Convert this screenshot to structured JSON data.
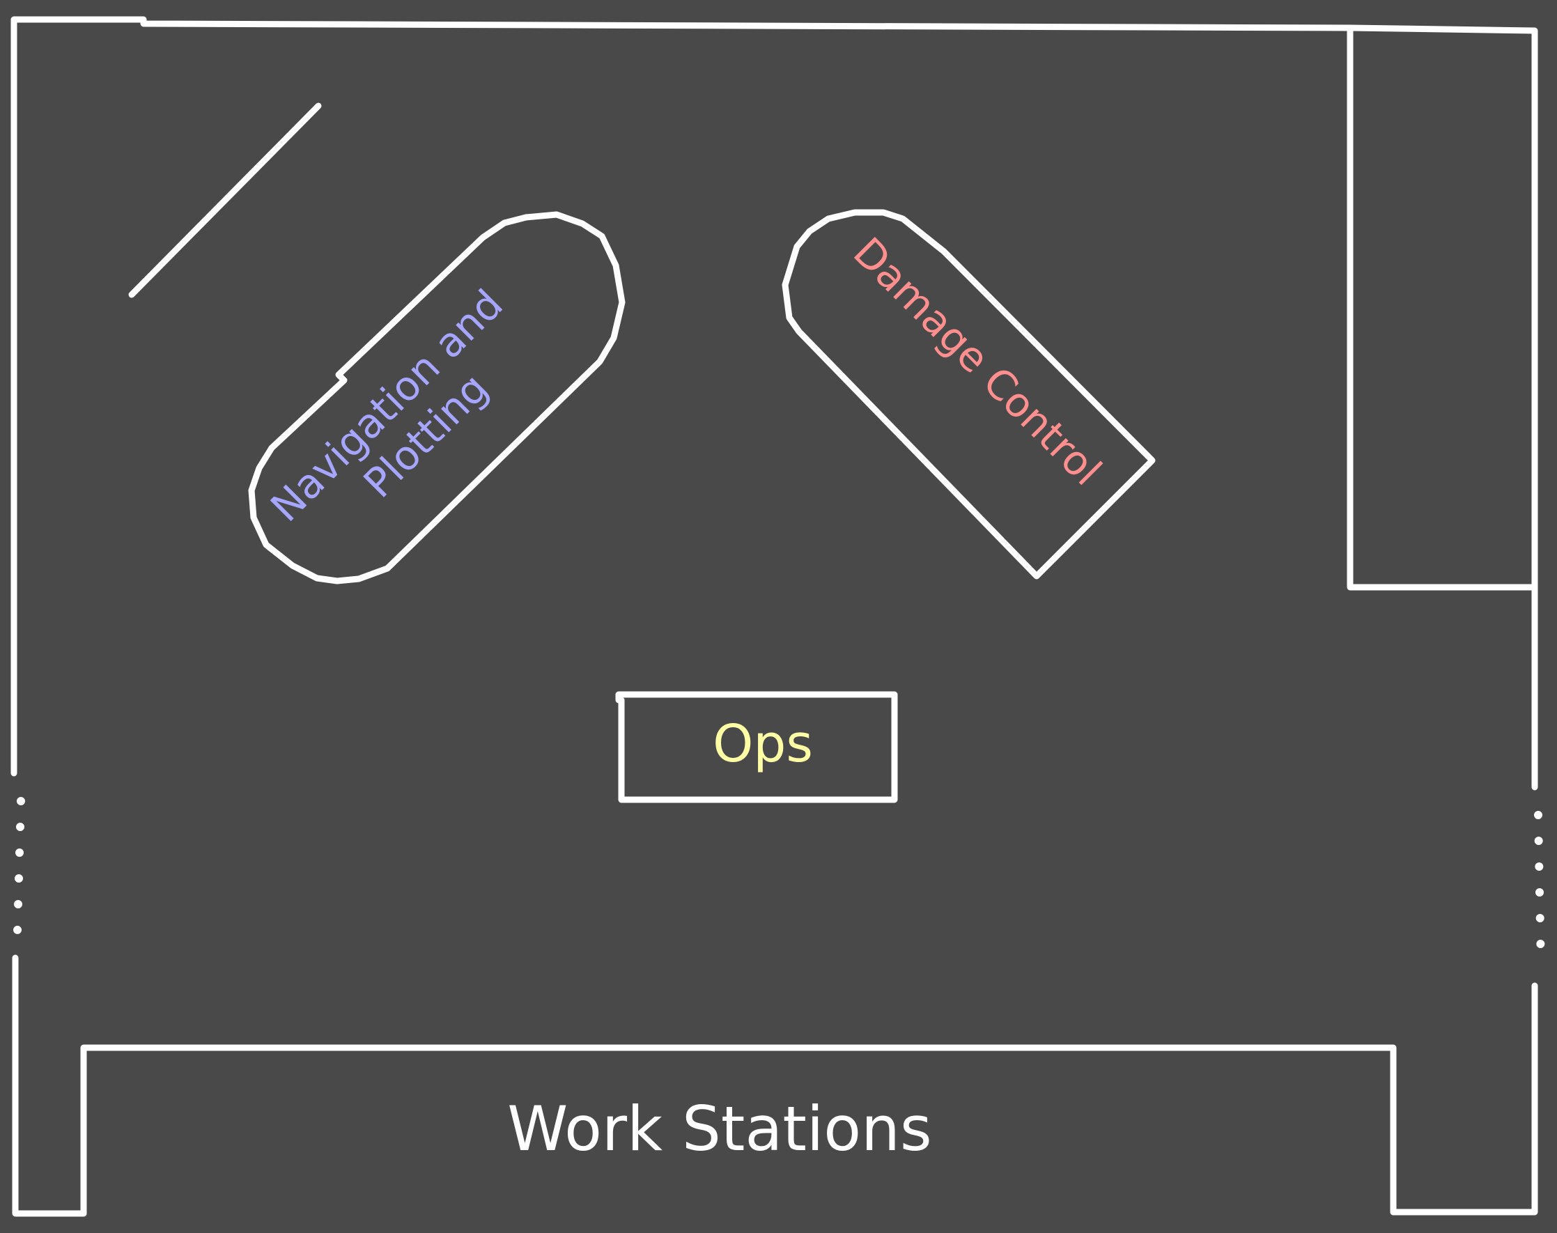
{
  "zones": {
    "navigation": {
      "line1": "Navigation and",
      "line2": "Plotting",
      "color": "#a6a6ff"
    },
    "damage_control": {
      "label": "Damage Control",
      "color": "#ff8f8f"
    },
    "ops": {
      "label": "Ops",
      "color": "#ffffa6"
    },
    "work_stations": {
      "label": "Work Stations",
      "color": "#ffffff"
    }
  },
  "colors": {
    "background": "#494949",
    "walls": "#ffffff"
  }
}
